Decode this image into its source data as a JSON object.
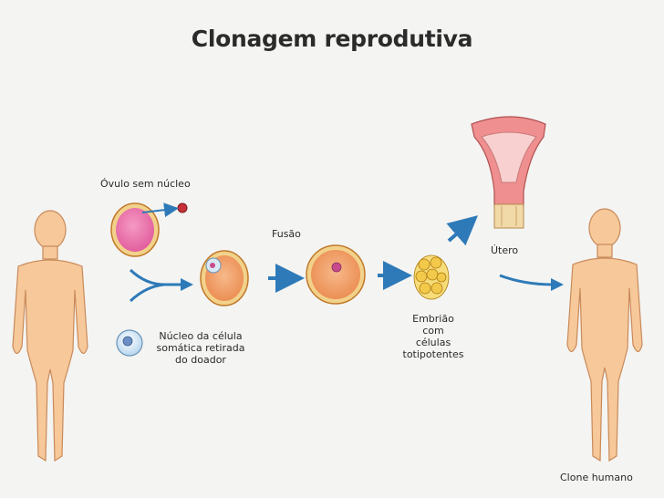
{
  "title": "Clonagem reprodutiva",
  "labels": {
    "ovulo": "Óvulo sem núcleo",
    "fusao": "Fusão",
    "nucleo_line1": "Núcleo da célula",
    "nucleo_line2": "somática retirada",
    "nucleo_line3": "do doador",
    "embriao_line1": "Embrião",
    "embriao_line2": "com",
    "embriao_line3": "células",
    "embriao_line4": "totipotentes",
    "utero": "Útero",
    "clone": "Clone humano"
  },
  "colors": {
    "skin": "#f6c89a",
    "skin_outline": "#c98a5a",
    "arrow": "#2e7ab8",
    "cell_outline": "#c0782a",
    "egg_fill": "#e96aa6",
    "cell_fill": "#f3a166",
    "embryo": "#f2c94a"
  }
}
